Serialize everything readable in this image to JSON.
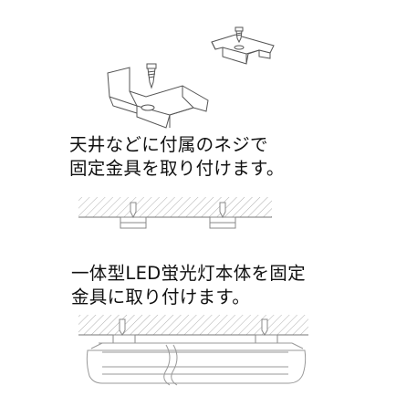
{
  "steps": [
    {
      "lines": [
        "天井などに付属のネジで",
        "固定金具を取り付けます。"
      ]
    },
    {
      "lines": [
        "一体型LED蛍光灯本体を固定",
        "金具に取り付けます。"
      ]
    }
  ],
  "colors": {
    "line": "#555555",
    "hatch": "#9a9a9a",
    "text": "#111111"
  }
}
